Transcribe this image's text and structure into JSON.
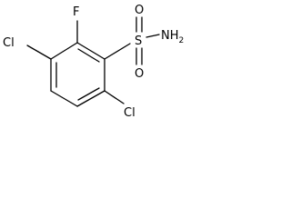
{
  "molecule": {
    "atoms": {
      "fluorine": "F",
      "chlorine_left": "Cl",
      "chlorine_bottom": "Cl",
      "sulfur": "S",
      "oxygen_top": "O",
      "oxygen_bottom": "O",
      "amine": "NH2",
      "amine_main": "NH",
      "amine_subscript": "2"
    }
  }
}
